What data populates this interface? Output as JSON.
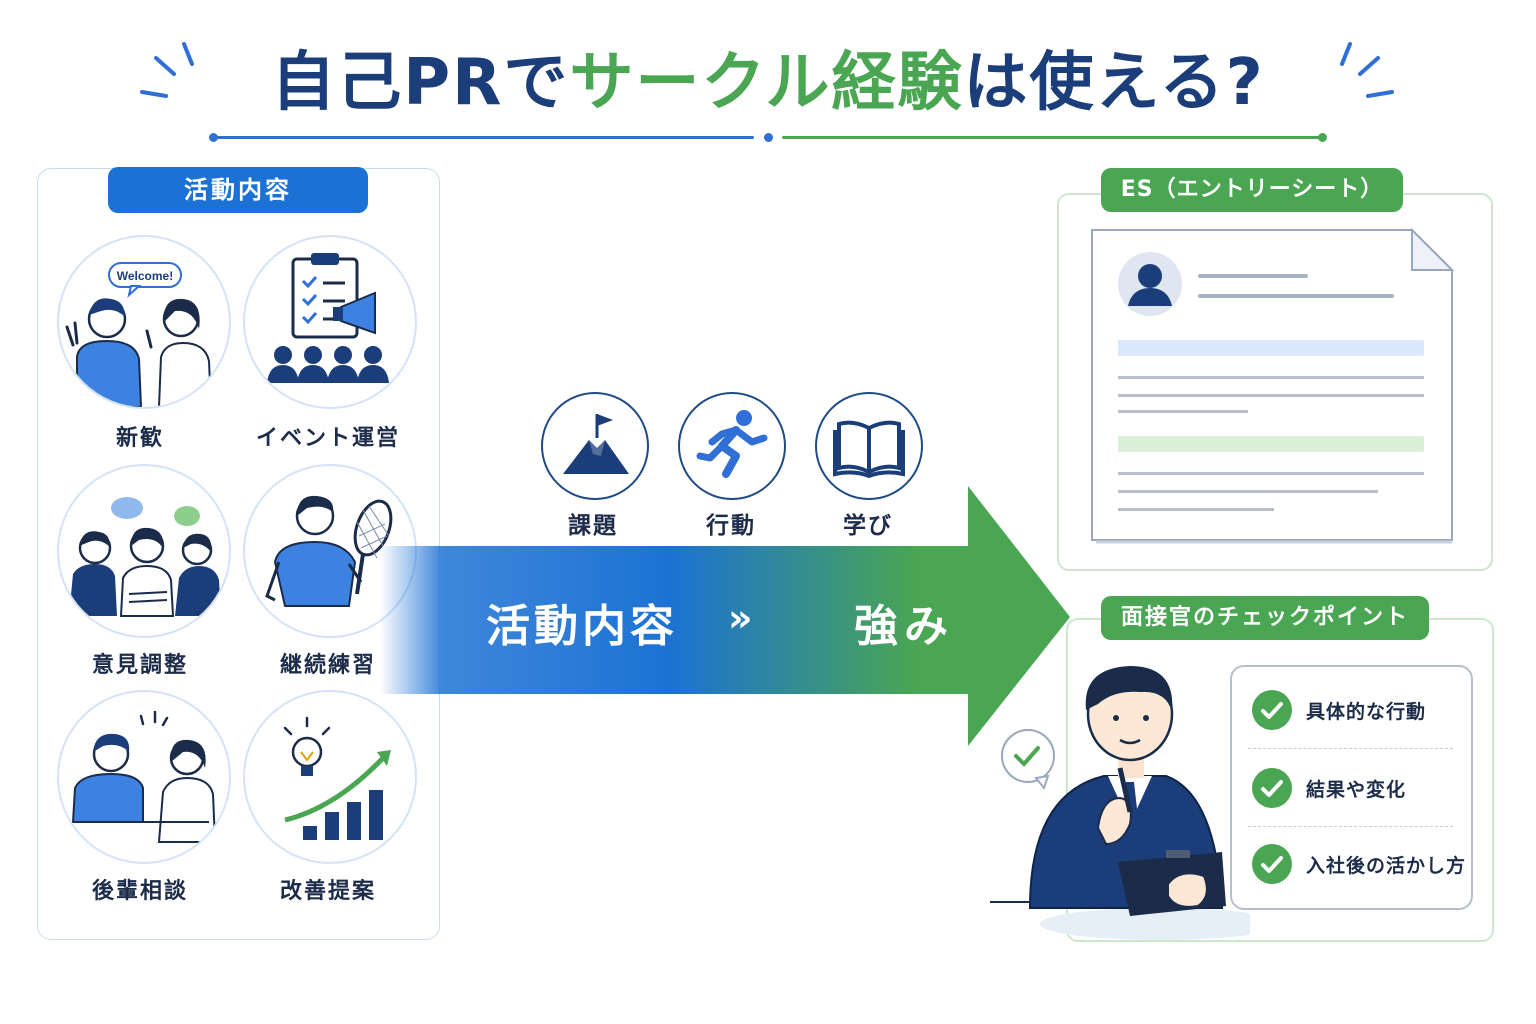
{
  "title": {
    "part1": "自己PRで",
    "part2": "サークル経験",
    "part3": "は使える?"
  },
  "colors": {
    "navy": "#1b3d7a",
    "blue": "#1c72d4",
    "green": "#4aa652",
    "light_blue_border": "#c9dbf3",
    "light_green_border": "#cde6cc"
  },
  "activities": {
    "heading": "活動内容",
    "items": [
      {
        "label": "新歓",
        "icon": "welcome-people-icon",
        "bubble": "Welcome!"
      },
      {
        "label": "イベント運営",
        "icon": "clipboard-megaphone-icon"
      },
      {
        "label": "意見調整",
        "icon": "discussion-group-icon"
      },
      {
        "label": "継続練習",
        "icon": "tennis-practice-icon"
      },
      {
        "label": "後輩相談",
        "icon": "mentoring-icon"
      },
      {
        "label": "改善提案",
        "icon": "improvement-chart-icon"
      }
    ]
  },
  "steps": [
    {
      "label": "課題",
      "icon": "mountain-flag-icon"
    },
    {
      "label": "行動",
      "icon": "running-person-icon"
    },
    {
      "label": "学び",
      "icon": "open-book-icon"
    }
  ],
  "arrow": {
    "from": "活動内容",
    "separator": "»",
    "to": "強み"
  },
  "es": {
    "heading": "ES（エントリーシート）",
    "icon": "document-icon"
  },
  "interviewer": {
    "heading": "面接官のチェックポイント",
    "icon": "interviewer-icon",
    "checks": [
      "具体的な行動",
      "結果や変化",
      "入社後の活かし方"
    ]
  }
}
